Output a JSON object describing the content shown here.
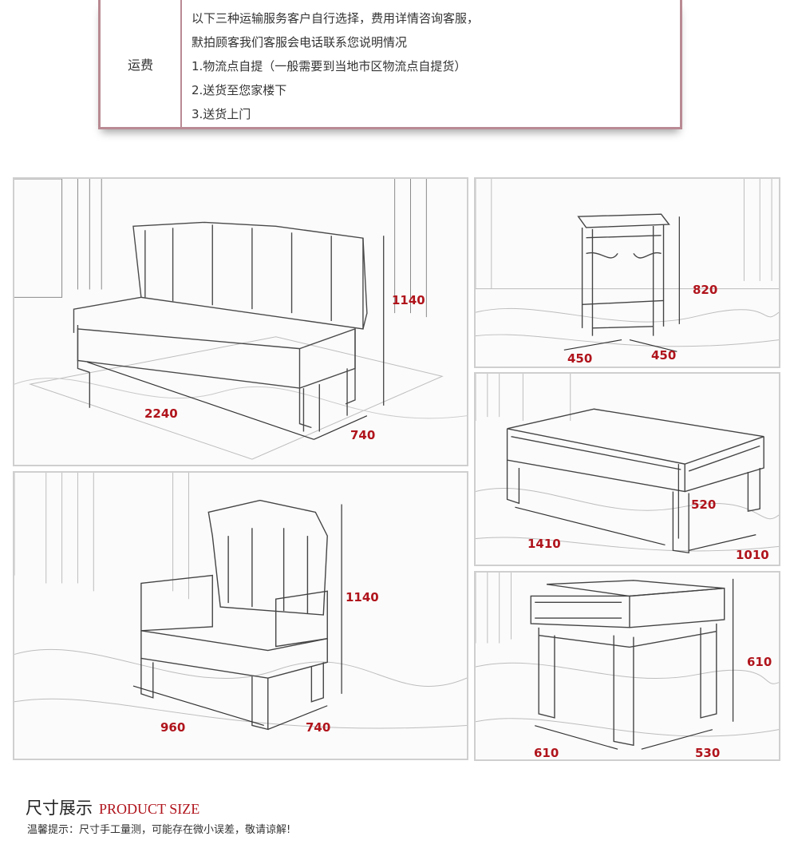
{
  "shipping": {
    "label": "运费",
    "lines": [
      "以下三种运输服务客户自行选择，费用详情咨询客服，",
      "默拍顾客我们客服会电话联系您说明情况",
      "1.物流点自提（一般需要到当地市区物流点自提货）",
      "2.送货至您家楼下",
      "3.送货上门"
    ]
  },
  "panels": {
    "sofa3": {
      "length": "2240",
      "depth": "740",
      "height": "1140"
    },
    "stool": {
      "width": "450",
      "depth": "450",
      "height": "820"
    },
    "coffee_table": {
      "length": "1410",
      "width": "1010",
      "height": "520"
    },
    "chair": {
      "width": "960",
      "depth": "740",
      "height": "1140"
    },
    "side_table": {
      "width": "610",
      "depth": "530",
      "height": "610"
    }
  },
  "footer": {
    "title_cn": "尺寸展示",
    "title_en": "PRODUCT SIZE",
    "note": "温馨提示：尺寸手工量测，可能存在微小误差，敬请谅解!"
  },
  "colors": {
    "accent": "#b0141c",
    "border": "#b98a93"
  }
}
